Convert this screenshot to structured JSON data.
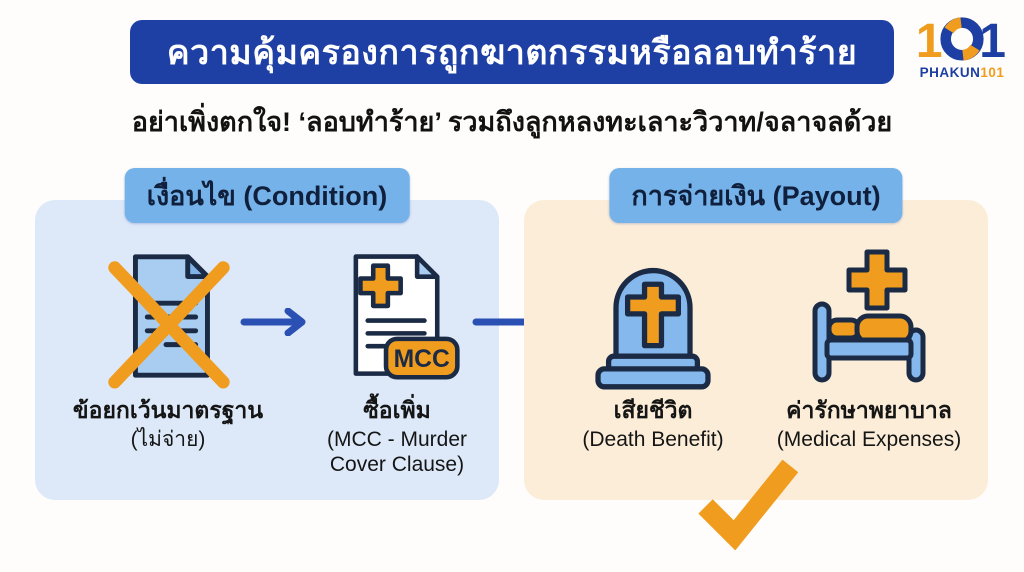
{
  "colors": {
    "banner_blue": "#1e3fa4",
    "pill_blue": "#74b2e9",
    "panel_blue": "#dde9f8",
    "panel_orange": "#fbedd8",
    "arrow_blue": "#2a50b4",
    "accent_orange": "#f09c1e",
    "icon_outline_navy": "#1b2b45"
  },
  "header": {
    "title": "ความคุ้มครองการถูกฆาตกรรมหรือลอบทำร้าย",
    "subtitle": "อย่าเพิ่งตกใจ! ‘ลอบทำร้าย’ รวมถึงลูกหลงทะเลาะวิวาท/จลาจลด้วย"
  },
  "logo": {
    "mark": "101",
    "text_primary": "PHAKUN",
    "text_accent": "101"
  },
  "condition_panel": {
    "header": "เงื่อนไข (Condition)",
    "items": [
      {
        "icon": "document-crossed-icon",
        "title": "ข้อยกเว้นมาตรฐาน",
        "subtitle": "(ไม่จ่าย)"
      },
      {
        "icon": "document-mcc-icon",
        "badge": "MCC",
        "title": "ซื้อเพิ่ม",
        "subtitle": "(MCC - Murder Cover Clause)"
      }
    ]
  },
  "payout_panel": {
    "header": "การจ่ายเงิน (Payout)",
    "items": [
      {
        "icon": "tombstone-icon",
        "title": "เสียชีวิต",
        "subtitle": "(Death Benefit)"
      },
      {
        "icon": "hospital-bed-icon",
        "title": "ค่ารักษาพยาบาล",
        "subtitle": "(Medical Expenses)"
      }
    ]
  }
}
